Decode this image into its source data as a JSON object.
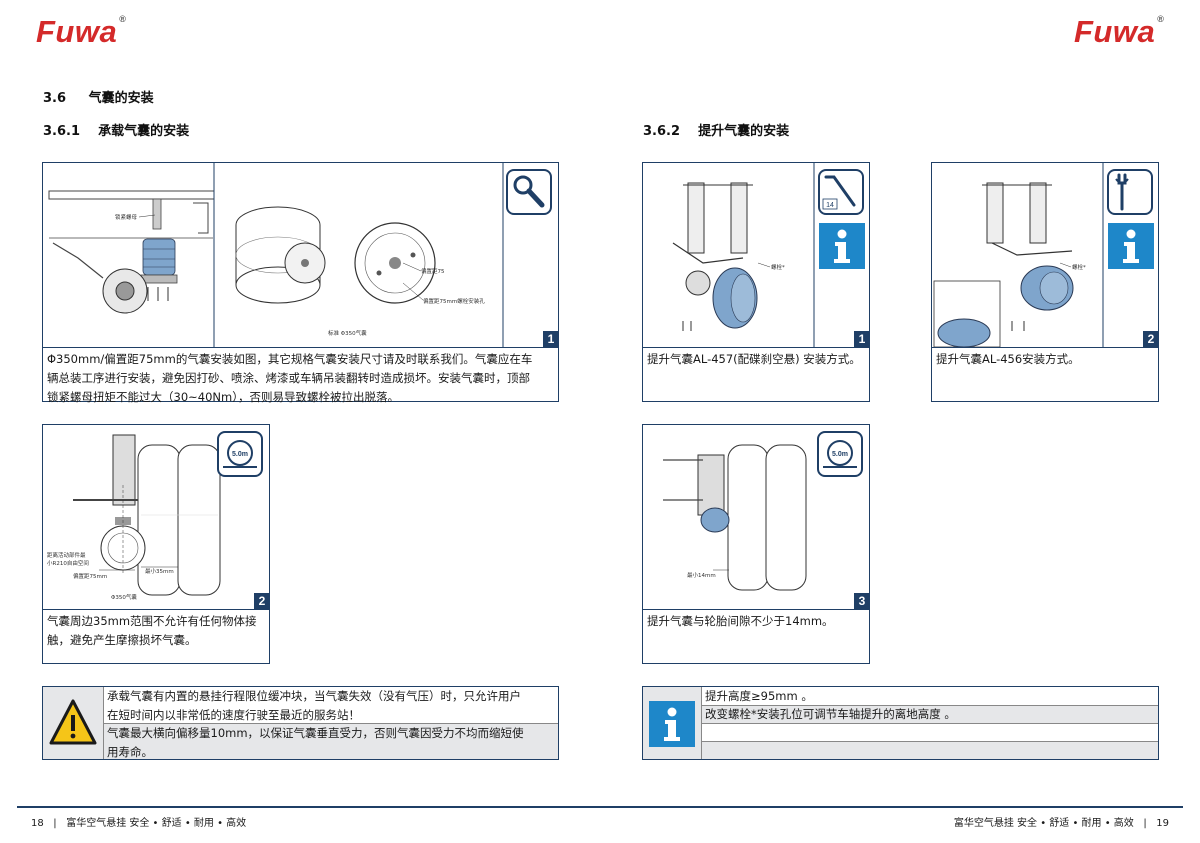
{
  "brand": {
    "name": "Fuwa",
    "reg": "®"
  },
  "sec36": {
    "num": "3.6",
    "title": "气囊的安装"
  },
  "sec361": {
    "num": "3.6.1",
    "title": "承载气囊的安装"
  },
  "sec362": {
    "num": "3.6.2",
    "title": "提升气囊的安装"
  },
  "panel1": {
    "num": "1",
    "labels": {
      "lock_nut": "锁紧螺母",
      "offset": "偏置距75",
      "offset_hole": "偏置距75mm螺栓安装孔",
      "std": "标准 Φ350气囊"
    },
    "caption": [
      "Φ350mm/偏置距75mm的气囊安装如图，其它规格气囊安装尺寸请及时联系我们。气囊应在车",
      "辆总装工序进行安装，避免因打砂、喷涂、烤漆或车辆吊装翻转时造成损坏。安装气囊时，顶部",
      "锁紧螺母扭矩不能过大（30~40Nm），否则易导致螺栓被拉出脱落。"
    ]
  },
  "panel2": {
    "num": "2",
    "tape": "5.0m",
    "labels": {
      "clear1": "距离活动部件最",
      "clear2": "小R210自由空间",
      "min35": "最小35mm",
      "offset": "偏置距75mm",
      "bag": "Φ350气囊"
    },
    "caption": [
      "气囊周边35mm范围不允许有任何物体接",
      "触，避免产生摩擦损坏气囊。"
    ]
  },
  "panelR1": {
    "num": "1",
    "wrench_size": "14",
    "bolt": "螺栓*",
    "caption": [
      "提升气囊AL-457(配碟刹空悬) 安装方式。"
    ]
  },
  "panelR2": {
    "num": "2",
    "bolt": "螺栓*",
    "caption": [
      "提升气囊AL-456安装方式。"
    ]
  },
  "panelR3": {
    "num": "3",
    "tape": "5.0m",
    "min14": "最小14mm",
    "caption": [
      "提升气囊与轮胎间隙不少于14mm。"
    ]
  },
  "warn": {
    "lines": [
      "承载气囊有内置的悬挂行程限位缓冲块，当气囊失效（没有气压）时，只允许用户",
      "在短时间内以非常低的速度行驶至最近的服务站！",
      "气囊最大横向偏移量10mm，以保证气囊垂直受力，否则气囊因受力不均而缩短使",
      "用寿命。"
    ]
  },
  "note": {
    "lines": [
      "提升高度≥95mm 。",
      "改变螺栓*安装孔位可调节车轴提升的离地高度 。"
    ]
  },
  "footer": {
    "left_page": "18",
    "left_text": "富华空气悬挂  安全 • 舒适 • 耐用 • 高效",
    "right_text": "富华空气悬挂  安全 • 舒适 • 耐用 • 高效",
    "right_page": "19",
    "sep": "|"
  },
  "colors": {
    "brand_red": "#d42a2a",
    "navy": "#1f3f66",
    "info_blue": "#1e87c9",
    "warn_yellow": "#f5c518",
    "bag_blue": "#7fa5cc"
  }
}
